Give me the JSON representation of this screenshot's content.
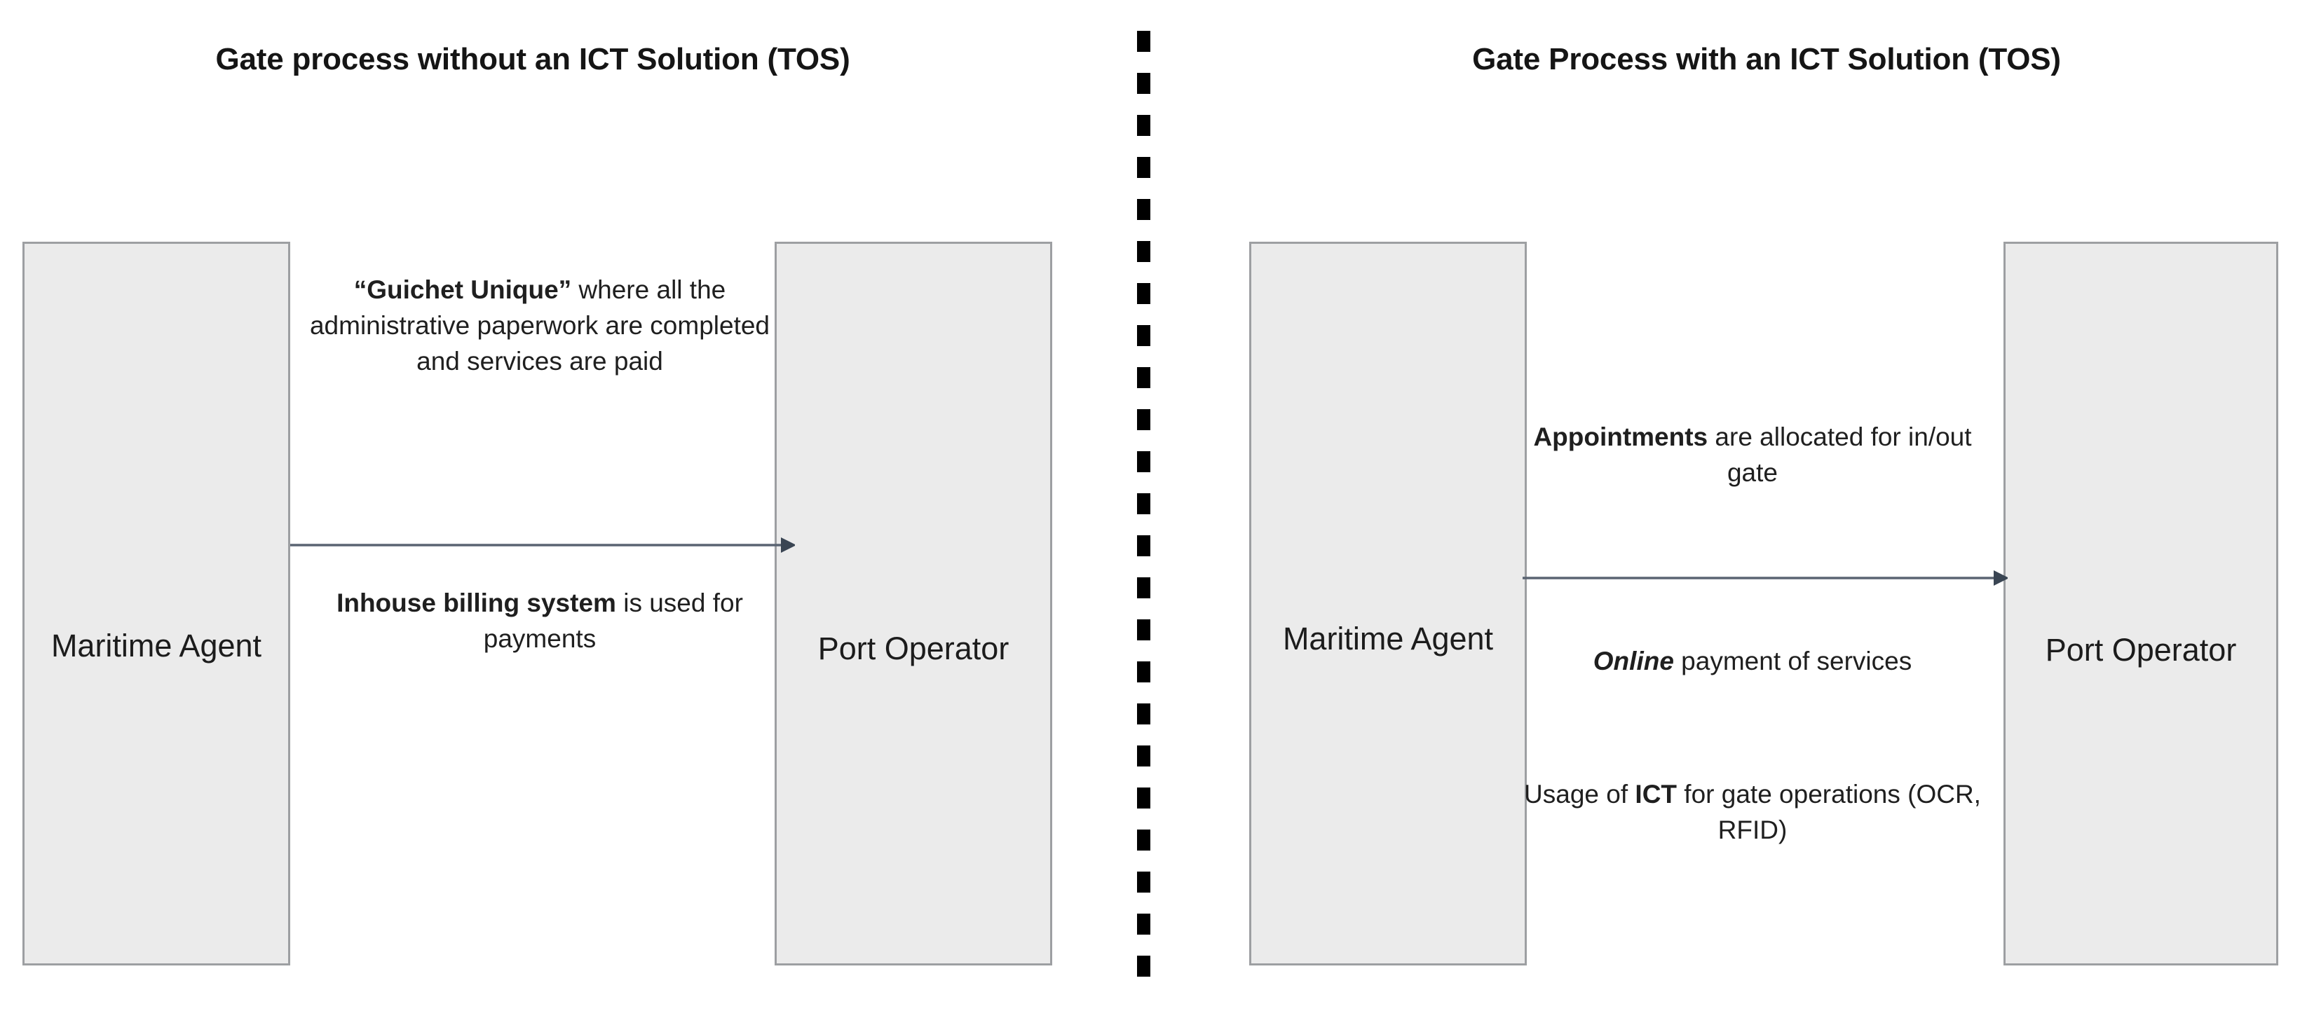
{
  "diagram": {
    "type": "comparison-flow",
    "panels": [
      {
        "id": "without-ict",
        "title": "Gate process without an ICT Solution (TOS)",
        "source_actor": "Maritime Agent",
        "target_actor": "Port Operator",
        "annotations": [
          {
            "id": "guichet-unique",
            "segments": [
              {
                "text": "“Guichet Unique”",
                "style": "bold"
              },
              {
                "text": " where all the administrative paperwork are completed and services are paid",
                "style": "normal"
              }
            ]
          },
          {
            "id": "inhouse-billing",
            "segments": [
              {
                "text": "Inhouse billing system",
                "style": "bold"
              },
              {
                "text": " is used for payments",
                "style": "normal"
              }
            ]
          }
        ]
      },
      {
        "id": "with-ict",
        "title": "Gate Process with an ICT Solution (TOS)",
        "source_actor": "Maritime Agent",
        "target_actor": "Port Operator",
        "annotations": [
          {
            "id": "appointments",
            "segments": [
              {
                "text": "Appointments",
                "style": "bold"
              },
              {
                "text": " are allocated for in/out gate",
                "style": "normal"
              }
            ]
          },
          {
            "id": "online-payment",
            "segments": [
              {
                "text": "Online",
                "style": "bold-italic"
              },
              {
                "text": " payment of services",
                "style": "normal"
              }
            ]
          },
          {
            "id": "ict-gate-ops",
            "segments": [
              {
                "text": "Usage of ",
                "style": "normal"
              },
              {
                "text": "ICT",
                "style": "bold"
              },
              {
                "text": " for gate operations (OCR, RFID)",
                "style": "normal"
              }
            ]
          }
        ]
      }
    ],
    "divider": {
      "style": "dashed-vertical",
      "color": "#000000"
    },
    "colors": {
      "box_fill": "#ebebeb",
      "box_border": "#9d9fa2",
      "arrow": "#5a6472",
      "arrow_head": "#3a4553",
      "title_text": "#151515",
      "body_text": "#1f1f1f",
      "background": "#ffffff"
    }
  },
  "panel_left": {
    "title": "Gate process without an ICT Solution (TOS)",
    "box_agent_label": "Maritime Agent",
    "box_port_label": "Port Operator",
    "note_top_prefix": "“Guichet Unique”",
    "note_top_rest": " where all the administrative paperwork are completed and services are paid",
    "note_bottom_prefix": "Inhouse billing system",
    "note_bottom_rest": " is used for payments"
  },
  "panel_right": {
    "title": "Gate Process with an ICT Solution (TOS)",
    "box_agent_label": "Maritime Agent",
    "box_port_label": "Port Operator",
    "note_top_prefix": "Appointments",
    "note_top_rest": " are allocated for in/out gate",
    "note_mid_prefix": "Online",
    "note_mid_rest": " payment of services",
    "note_bottom_a": "Usage of ",
    "note_bottom_b": "ICT",
    "note_bottom_c": " for gate operations (OCR, RFID)"
  }
}
